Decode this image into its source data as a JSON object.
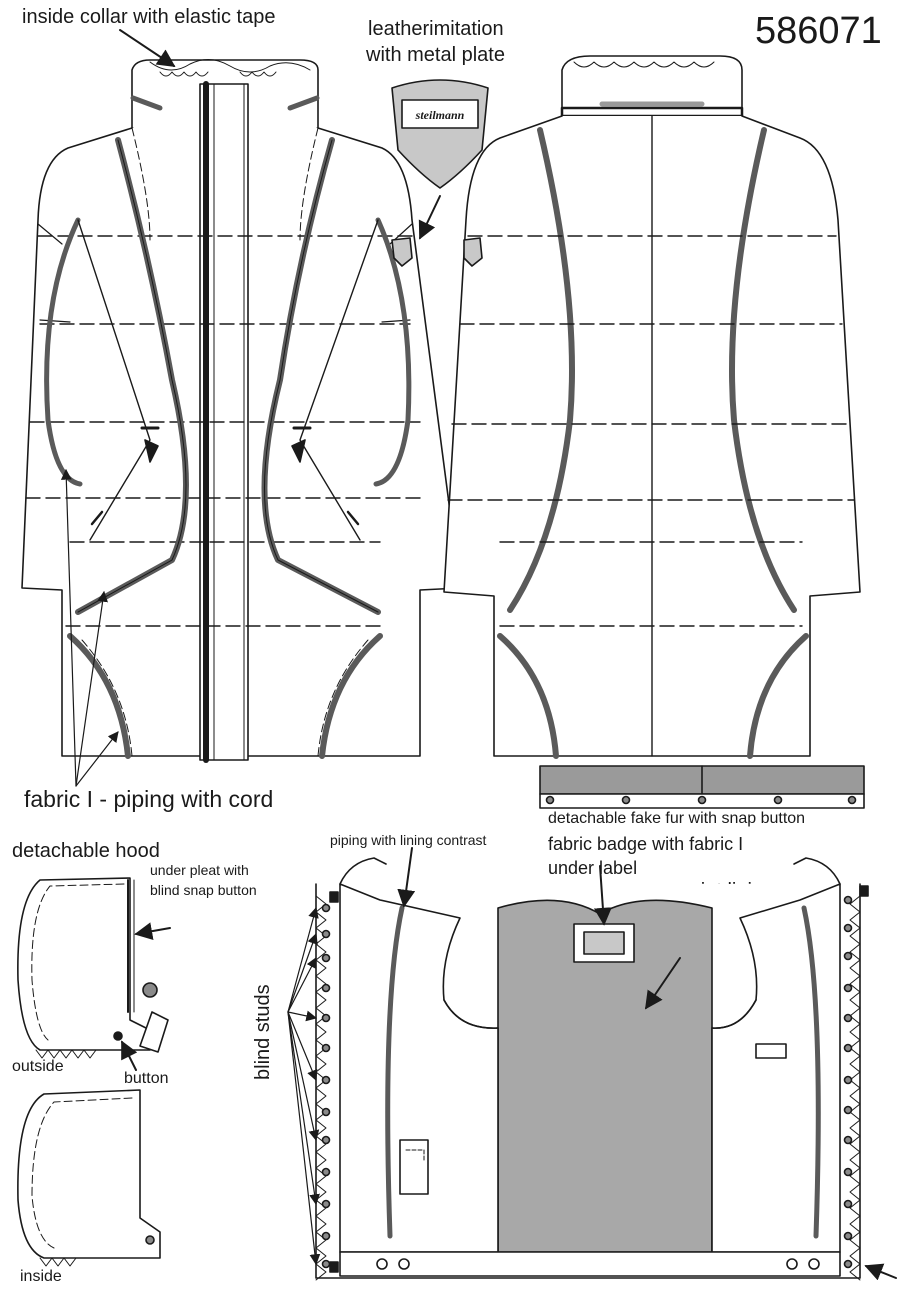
{
  "style_number": "586071",
  "colors": {
    "line": "#1a1a1a",
    "piping": "#5a5a5a",
    "lining": "#a8a8a8",
    "fur_strip": "#9a9a9a",
    "paper": "#ffffff"
  },
  "labels": {
    "inside_collar": "inside collar with elastic tape",
    "leather_imitation_1": "leatherimitation",
    "leather_imitation_2": "with metal plate",
    "brand_plate": "steilmann",
    "fabric_piping": "fabric I - piping with cord",
    "fake_fur": "detachable fake fur with snap button",
    "detachable_hood": "detachable hood",
    "under_pleat_1": "under pleat with",
    "under_pleat_2": "blind snap button",
    "outside": "outside",
    "button": "button",
    "inside": "inside",
    "piping_lining": "piping with lining contrast",
    "fabric_badge_1": "fabric badge with fabric I",
    "fabric_badge_2": "under label",
    "print_lining": "print lining",
    "blind_studs": "blind studs"
  }
}
